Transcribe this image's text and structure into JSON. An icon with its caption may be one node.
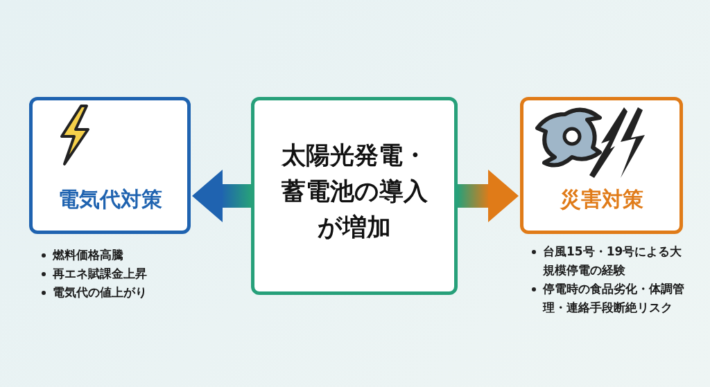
{
  "diagram": {
    "nodes": [
      {
        "text": [
          "太陽光発電・蓄電池の導入が増加"
        ]
      },
      {
        "text": [
          "電気代対策"
        ],
        "beside": [
          "燃料価格高騰",
          "再エネ賦課金上昇",
          "電気代の値上がり"
        ]
      },
      {
        "text": [
          "災害対策"
        ],
        "beside": [
          "台風15号・19号による大規模停電の経験",
          "停電時の食品劣化・体調管理・連絡手段断絶リスク"
        ]
      }
    ],
    "edges": [
      {
        "from": 0,
        "to": 1,
        "arrow": "to",
        "style": "thick"
      },
      {
        "from": 0,
        "to": 2,
        "arrow": "to",
        "style": "thick"
      }
    ]
  }
}
